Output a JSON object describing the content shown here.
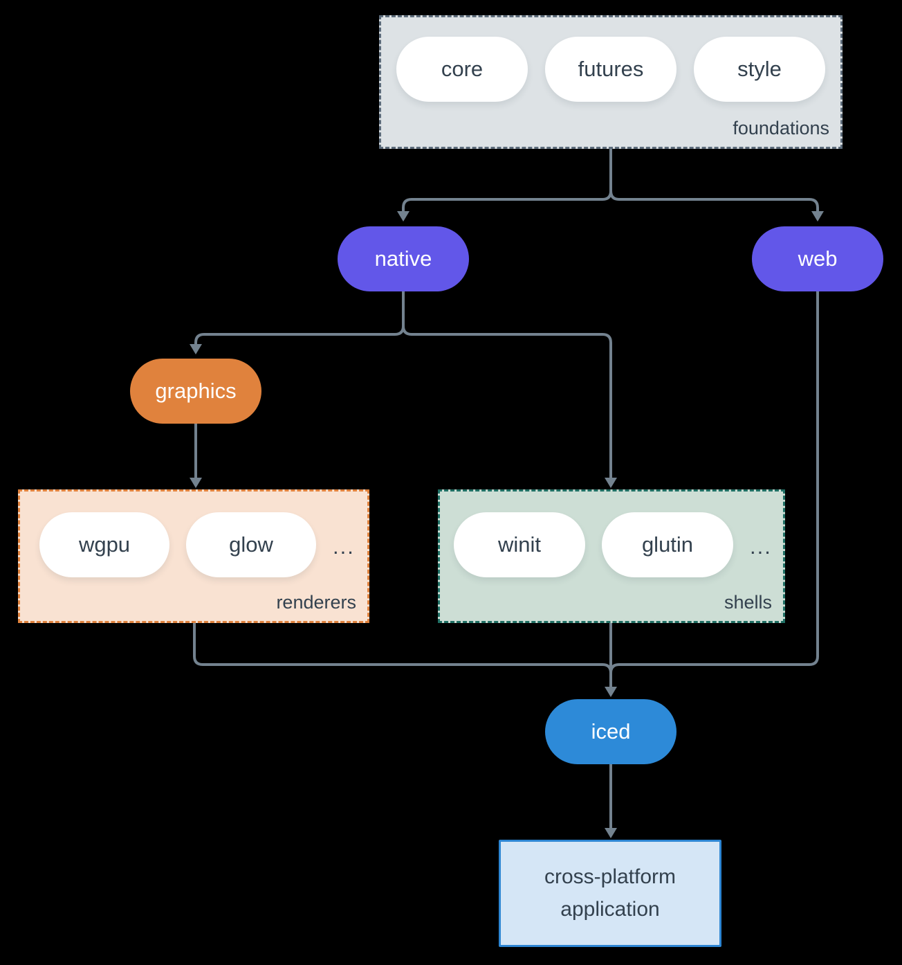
{
  "diagram": {
    "groups": {
      "foundations": {
        "label": "foundations",
        "pills": [
          "core",
          "futures",
          "style"
        ],
        "fill": "#dde2e5",
        "border_color": "#5c6b7a"
      },
      "renderers": {
        "label": "renderers",
        "pills": [
          "wgpu",
          "glow"
        ],
        "ellipsis": "...",
        "fill": "#f9e2d2",
        "border_color": "#e0823d"
      },
      "shells": {
        "label": "shells",
        "pills": [
          "winit",
          "glutin"
        ],
        "ellipsis": "...",
        "fill": "#cdded5",
        "border_color": "#1f6f64"
      }
    },
    "nodes": {
      "native": {
        "label": "native",
        "fill": "#6257e9",
        "text_color": "#ffffff"
      },
      "web": {
        "label": "web",
        "fill": "#6257e9",
        "text_color": "#ffffff"
      },
      "graphics": {
        "label": "graphics",
        "fill": "#e0823d",
        "text_color": "#ffffff"
      },
      "iced": {
        "label": "iced",
        "fill": "#2d8ad8",
        "text_color": "#ffffff"
      },
      "application": {
        "label": "cross-platform application",
        "fill": "#d5e6f6",
        "border_color": "#2e86d3",
        "text_color": "#33414e"
      }
    },
    "colors": {
      "background": "#000000",
      "connector": "#73828f",
      "pill_fill": "#ffffff",
      "pill_text": "#33414e"
    }
  }
}
